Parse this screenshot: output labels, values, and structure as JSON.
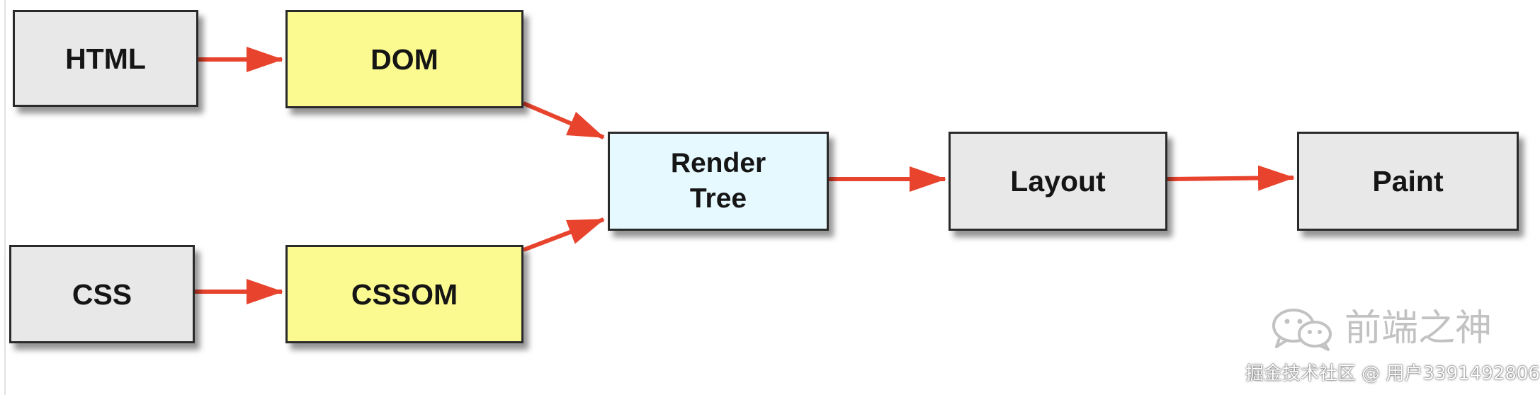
{
  "nodes": {
    "html": {
      "label": "HTML",
      "fill": "#e8e8e8"
    },
    "dom": {
      "label": "DOM",
      "fill": "#fafa90"
    },
    "render": {
      "label_line1": "Render",
      "label_line2": "Tree",
      "fill": "#e6f9ff"
    },
    "layout": {
      "label": "Layout",
      "fill": "#e8e8e8"
    },
    "paint": {
      "label": "Paint",
      "fill": "#e8e8e8"
    },
    "css": {
      "label": "CSS",
      "fill": "#e8e8e8"
    },
    "cssom": {
      "label": "CSSOM",
      "fill": "#fafa90"
    }
  },
  "edges": [
    {
      "from": "HTML",
      "to": "DOM"
    },
    {
      "from": "DOM",
      "to": "Render Tree"
    },
    {
      "from": "CSS",
      "to": "CSSOM"
    },
    {
      "from": "CSSOM",
      "to": "Render Tree"
    },
    {
      "from": "Render Tree",
      "to": "Layout"
    },
    {
      "from": "Layout",
      "to": "Paint"
    }
  ],
  "colors": {
    "arrow": "#e8432d",
    "border": "#2a2a2a"
  },
  "watermark": {
    "icon": "wechat-icon",
    "title": "前端之神",
    "source": "掘金技术社区 @ 用户3391492806"
  }
}
